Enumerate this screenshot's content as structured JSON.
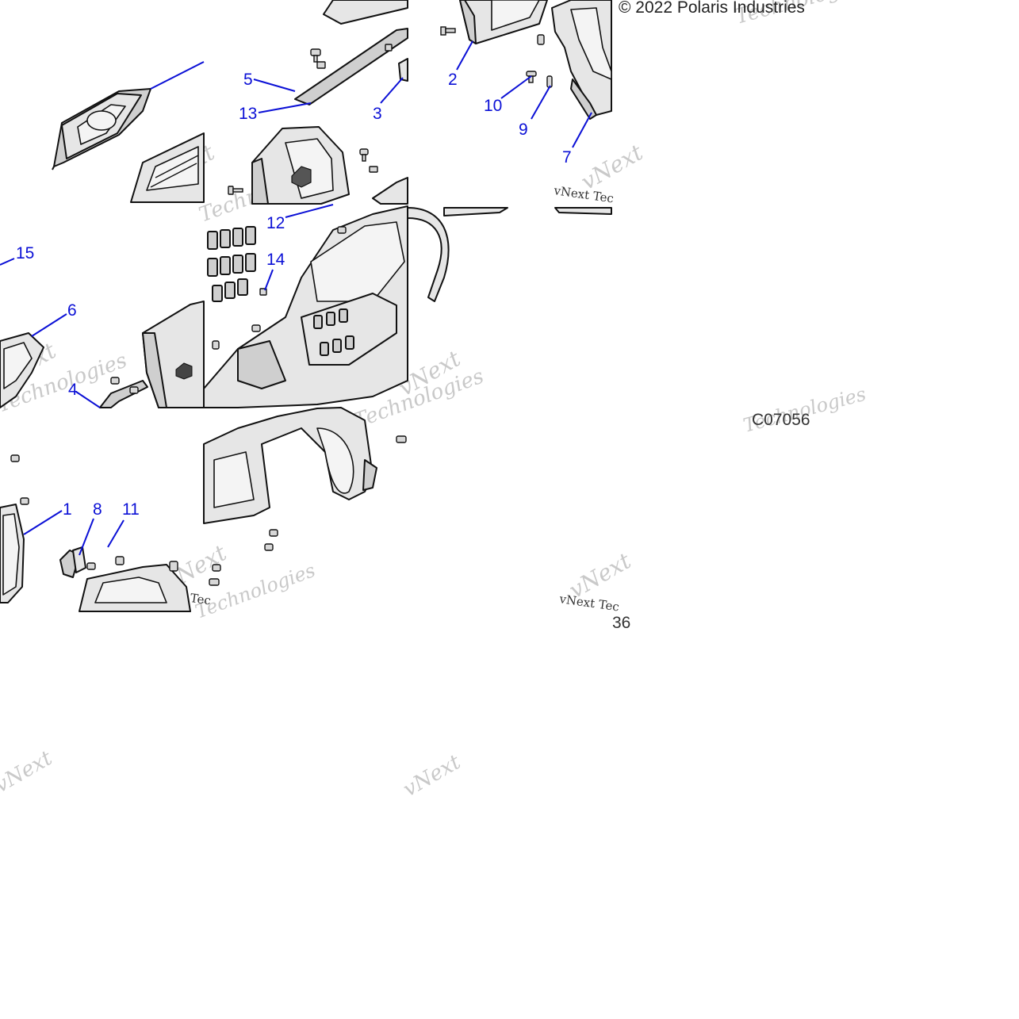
{
  "copyright": "© 2022 Polaris Industries",
  "figure_code": "C07056",
  "page_fragment": "36",
  "watermark": {
    "brand": "vNext",
    "line2": "Technologies",
    "small": "vNext Tec"
  },
  "callouts": [
    {
      "id": "c1",
      "label": "1"
    },
    {
      "id": "c2",
      "label": "2"
    },
    {
      "id": "c3",
      "label": "3"
    },
    {
      "id": "c4",
      "label": "4"
    },
    {
      "id": "c5",
      "label": "5"
    },
    {
      "id": "c6",
      "label": "6"
    },
    {
      "id": "c7",
      "label": "7"
    },
    {
      "id": "c8",
      "label": "8"
    },
    {
      "id": "c9",
      "label": "9"
    },
    {
      "id": "c10",
      "label": "10"
    },
    {
      "id": "c11",
      "label": "11"
    },
    {
      "id": "c12",
      "label": "12"
    },
    {
      "id": "c13",
      "label": "13"
    },
    {
      "id": "c14",
      "label": "14"
    },
    {
      "id": "c15",
      "label": "15"
    }
  ],
  "colors": {
    "callout": "#0b10d6",
    "part_fill": "#e6e6e6",
    "outline": "#111111"
  }
}
